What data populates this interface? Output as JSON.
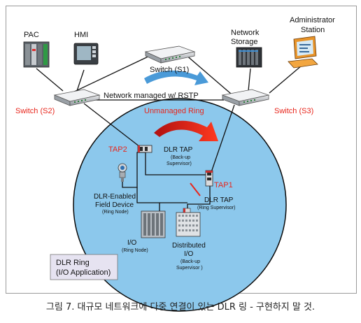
{
  "devices": {
    "pac": "PAC",
    "hmi": "HMI",
    "network_storage_line1": "Network",
    "network_storage_line2": "Storage",
    "admin_line1": "Administrator",
    "admin_line2": "Station"
  },
  "switches": {
    "s1": "Switch (S1)",
    "s2": "Switch (S2)",
    "s3": "Switch (S3)"
  },
  "network_label": "Network managed w/ RSTP",
  "unmanaged_ring": "Unmanaged Ring",
  "taps": {
    "tap2": "TAP2",
    "tap1": "TAP1",
    "backup_title": "DLR TAP",
    "backup_sub1": "(Back-up",
    "backup_sub2": "Supervisor)",
    "super_title": "DLR TAP",
    "super_sub": "(Ring Supervisor)"
  },
  "ring_nodes": {
    "field_line1": "DLR-Enabled",
    "field_line2": "Field Device",
    "field_sub": "(Ring Node)",
    "io_title": "I/O",
    "io_sub": "(Ring Node)",
    "dist_line1": "Distributed",
    "dist_line2": "I/O",
    "dist_sub1": "(Back-up",
    "dist_sub2": "Supervisor )"
  },
  "legend_box": {
    "line1": "DLR Ring",
    "line2": "(I/O Application)"
  },
  "caption": "그림 7. 대규모 네트워크에 다중 연결이 있는 DLR 링 - 구현하지 말 것.",
  "colors": {
    "ring_fill": "#8cc8ec",
    "red_label": "#e8261c",
    "blue_arrow": "#4a9ad8",
    "line": "#111111"
  }
}
